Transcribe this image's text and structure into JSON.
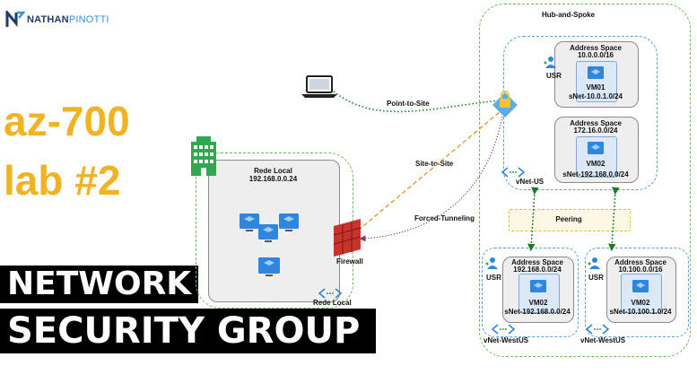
{
  "logo": {
    "brand_bold": "NATHAN",
    "brand_light": "PINOTTI"
  },
  "title": {
    "line1": "az-700",
    "line2": "lab #2"
  },
  "banner": {
    "line1": "NETWORK",
    "line2": "SECURITY GROUP"
  },
  "diagram": {
    "hub_and_spoke": "Hub-and-Spoke",
    "hub": {
      "top": {
        "title": "Address Space",
        "range": "10.0.0.0/16",
        "vm": "VM01",
        "subnet": "sNet-10.0.1.0/24",
        "usr": "USR"
      },
      "bottom": {
        "title": "Address Space",
        "range": "172.16.0.0/24",
        "vm": "VM02",
        "subnet": "sNet-192.168.0.0/24"
      },
      "vnet": "vNet-US"
    },
    "peering": "Peering",
    "spoke_left": {
      "title": "Address Space",
      "range": "192.168.0.0/24",
      "vm": "VM02",
      "subnet": "sNet-192.168.0.0/24",
      "usr": "USR",
      "vnet": "vNet-WestUS"
    },
    "spoke_right": {
      "title": "Address Space",
      "range": "10.100.0.0/16",
      "vm": "VM02",
      "subnet": "sNet-10.100.1.0/24",
      "usr": "USR",
      "vnet": "vNet-WestUS"
    },
    "local": {
      "title": "Rede Local",
      "range": "192.168.0.0.24",
      "firewall": "Firewall",
      "name": "Rede Local"
    },
    "links": {
      "p2s": "Point-to-Site",
      "s2s": "Site-to-Site",
      "forced": "Forced-Tunneling"
    }
  },
  "colors": {
    "accent_yellow": "#f0b323",
    "green_dash": "#6dbb5e",
    "blue_dash": "#5a9fd8",
    "orange_dash": "#e39a3a",
    "maroon_dot": "#8a3a5a",
    "vm_blue": "#2e86de"
  }
}
